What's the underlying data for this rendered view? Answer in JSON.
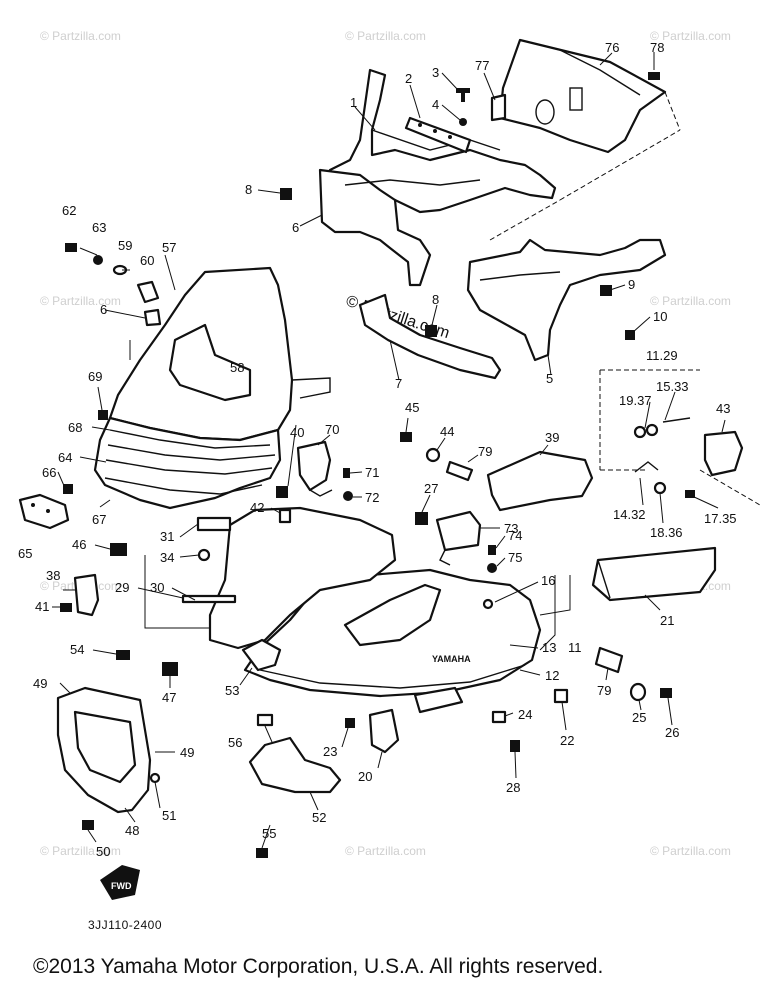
{
  "watermark": "© Partzilla.com",
  "diagram_code": "3JJ110-2400",
  "copyright": "©2013  Yamaha Motor Corporation, U.S.A. All rights reserved.",
  "brand_label": "YAMAHA",
  "fwd_label": "FWD",
  "callouts": [
    "1",
    "2",
    "3",
    "4",
    "76",
    "77",
    "78",
    "8",
    "6",
    "9",
    "10",
    "7",
    "5",
    "8",
    "11.29",
    "15.33",
    "19.37",
    "43",
    "14.32",
    "18.36",
    "17.35",
    "62",
    "63",
    "59",
    "60",
    "57",
    "6",
    "58",
    "69",
    "68",
    "64",
    "66",
    "65",
    "67",
    "40",
    "70",
    "71",
    "72",
    "45",
    "44",
    "79",
    "39",
    "27",
    "73",
    "74",
    "75",
    "16",
    "21",
    "42",
    "31",
    "34",
    "29",
    "30",
    "46",
    "38",
    "41",
    "54",
    "47",
    "53",
    "49",
    "13",
    "11",
    "12",
    "79",
    "25",
    "26",
    "24",
    "22",
    "56",
    "23",
    "20",
    "28",
    "49",
    "51",
    "48",
    "52",
    "55",
    "50"
  ]
}
